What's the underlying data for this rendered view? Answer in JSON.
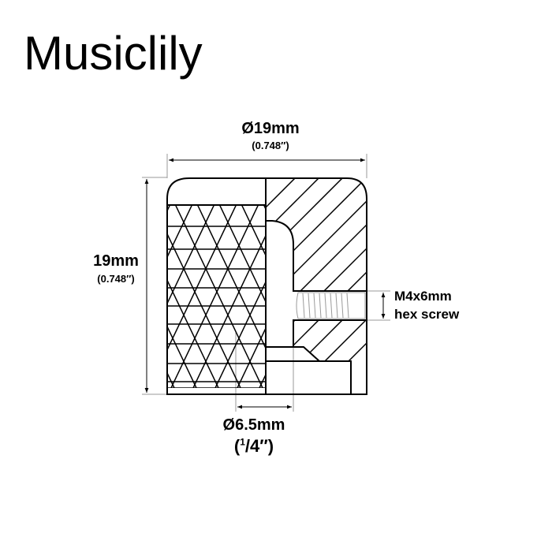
{
  "brand": {
    "name": "Musiclily"
  },
  "diagram": {
    "subject": "knurled knob cross-section",
    "dimensions": {
      "diameter": {
        "metric": "Ø19mm",
        "imperial": "(0.748″)"
      },
      "height": {
        "metric": "19mm",
        "imperial": "(0.748″)"
      },
      "screw": {
        "line1": "M4x6mm",
        "line2": "hex screw"
      },
      "bore": {
        "metric": "Ø6.5mm",
        "imperial_open": "(",
        "imperial_num": "1",
        "imperial_rest": "/4″)"
      }
    },
    "colors": {
      "line": "#000000",
      "dim_line": "#9a9a9a",
      "background": "#ffffff"
    }
  }
}
